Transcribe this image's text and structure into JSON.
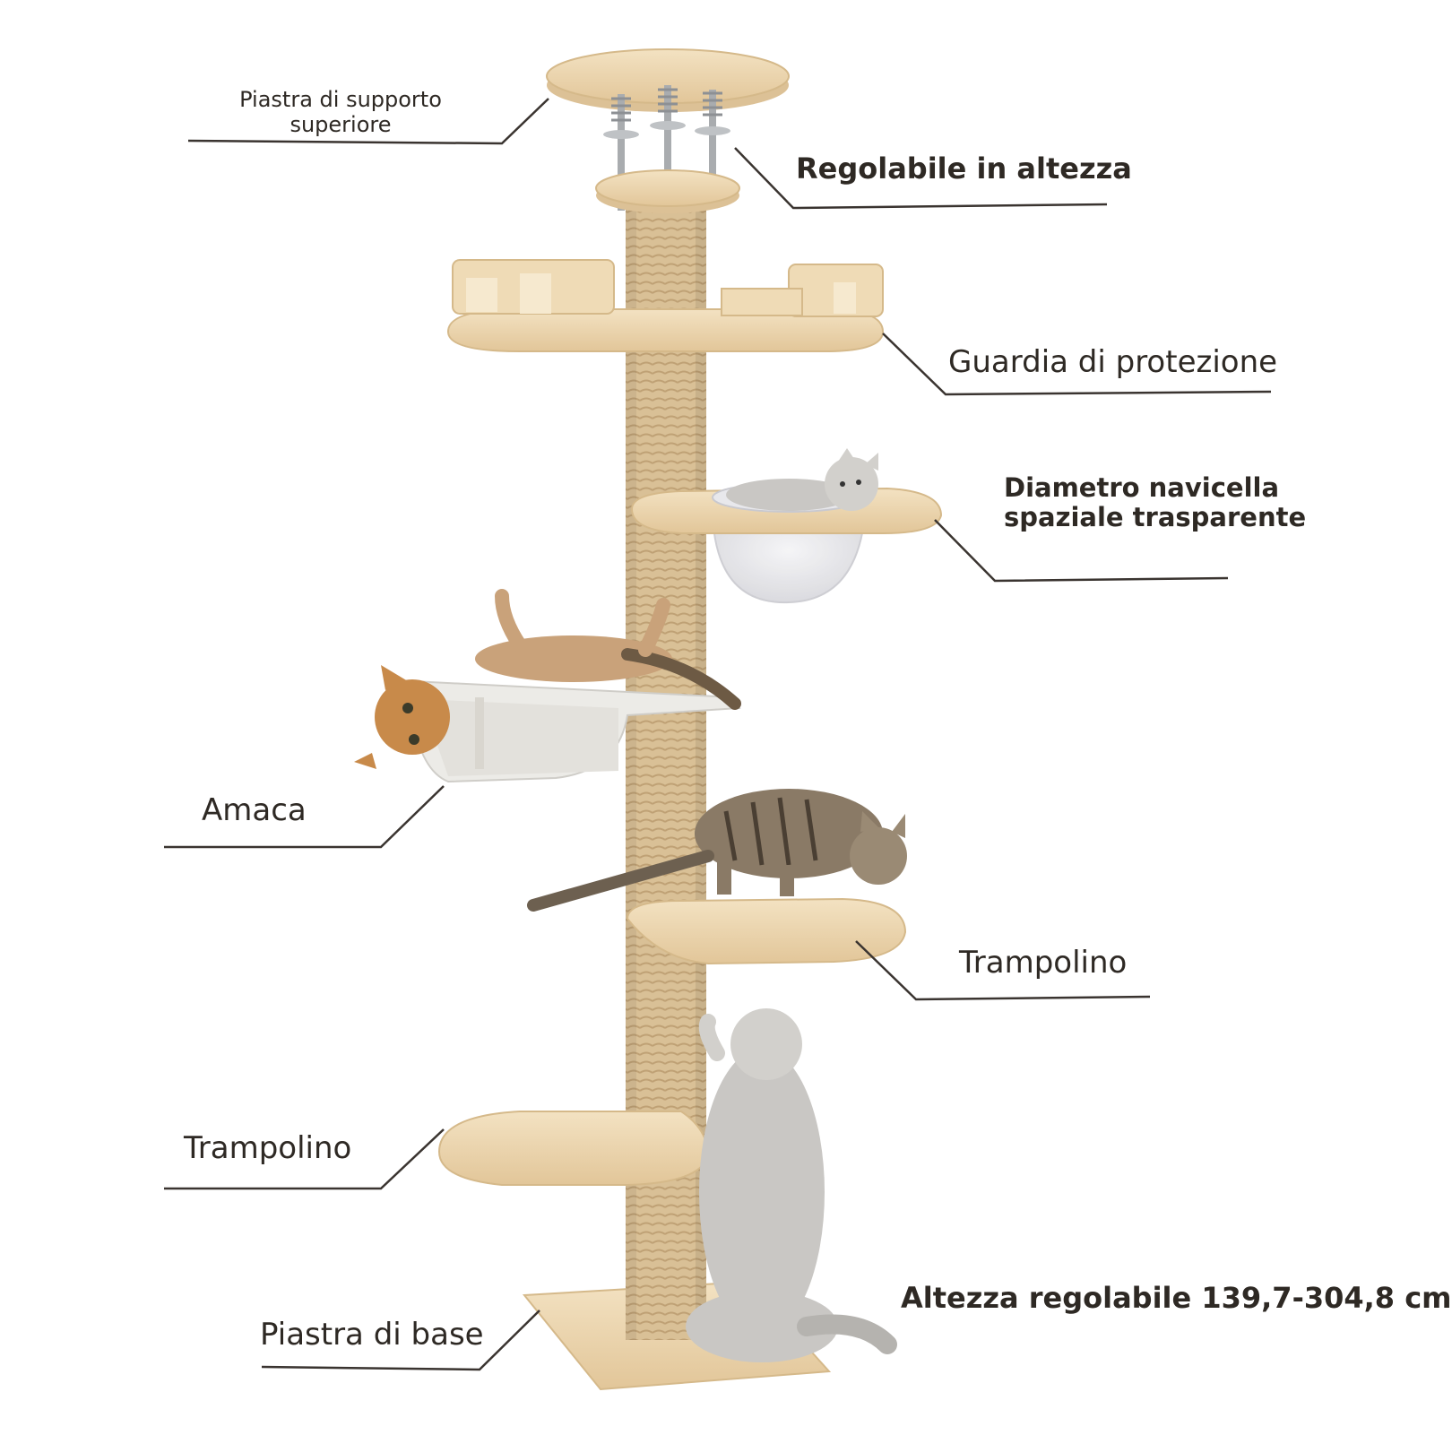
{
  "labels": {
    "top_plate": "Piastra di supporto superiore",
    "height_adjustable": "Regolabile in altezza",
    "protective_guard": "Guardia di protezione",
    "capsule": "Diametro navicella spaziale trasparente",
    "hammock": "Amaca",
    "trampoline_right": "Trampolino",
    "trampoline_left": "Trampolino",
    "height_range": "Altezza regolabile 139,7-304,8 cm",
    "base_plate": "Piastra di base"
  },
  "colors": {
    "wood": "#ecd5ad",
    "wood_edge": "#d5b98a",
    "sisal": "#d9c096",
    "sisal_dark": "#bfa175",
    "metal": "#a9acaf",
    "line": "#3a3430",
    "cat_gray": "#c9c7c4",
    "cat_tabby": "#8a7a66",
    "cat_orange": "#c88a4a"
  }
}
